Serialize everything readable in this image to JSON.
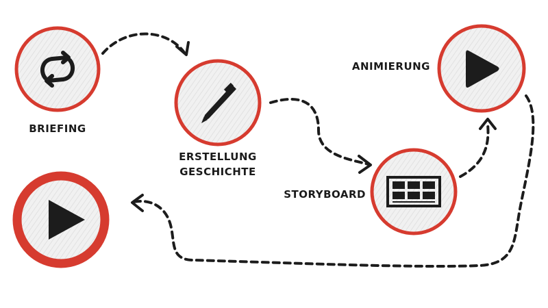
{
  "colors": {
    "ring": "#d63b2f",
    "fill": "#f1f1f1",
    "icon": "#1c1c1c",
    "path": "#1c1c1c",
    "background": "#ffffff"
  },
  "steps": [
    {
      "id": "briefing",
      "label_lines": [
        "BRIEFING"
      ],
      "icon": "refresh-arrows-icon"
    },
    {
      "id": "geschichte",
      "label_lines": [
        "ERSTELLUNG",
        "GESCHICHTE"
      ],
      "icon": "pen-icon"
    },
    {
      "id": "storyboard",
      "label_lines": [
        "STORYBOARD"
      ],
      "icon": "storyboard-grid-icon"
    },
    {
      "id": "animierung",
      "label_lines": [
        "ANIMIERUNG"
      ],
      "icon": "play-icon"
    },
    {
      "id": "final",
      "label_lines": [],
      "icon": "play-icon"
    }
  ]
}
